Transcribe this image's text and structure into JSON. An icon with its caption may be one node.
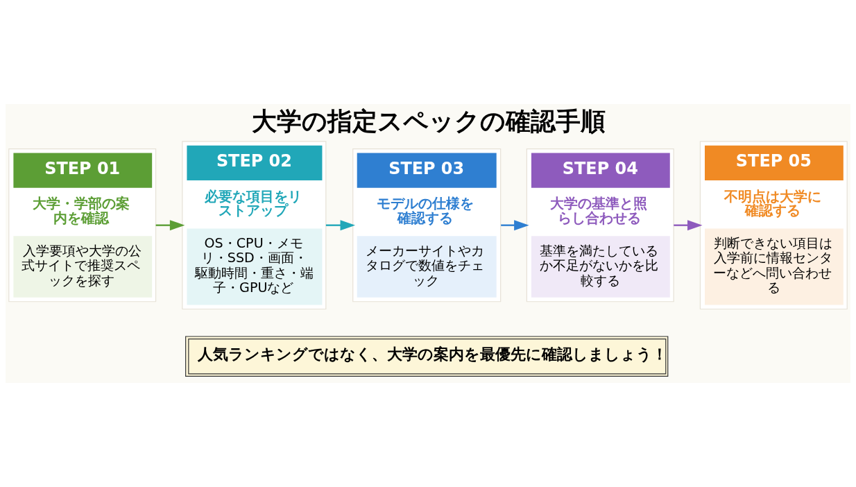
{
  "diagram": {
    "title": "大学の指定スペックの確認手順",
    "nodes": [
      {
        "text": [
          "STEP 01",
          "大学・学部の案内を確認",
          "入学要項や大学の公式サイトで推奨スペックを探す"
        ]
      },
      {
        "text": [
          "STEP 02",
          "必要な項目をリストアップ",
          "OS・CPU・メモリ・SSD・画面・駆動時間・重さ・端子・GPUなど"
        ]
      },
      {
        "text": [
          "STEP 03",
          "モデルの仕様を確認する",
          "メーカーサイトやカタログで数値をチェック"
        ]
      },
      {
        "text": [
          "STEP 04",
          "大学の基準と照らし合わせる",
          "基準を満たしているか不足がないかを比較する"
        ]
      },
      {
        "text": [
          "STEP 05",
          "不明点は大学に確認する",
          "判断できない項目は入学前に情報センターなどへ問い合わせる"
        ]
      }
    ],
    "edges": [
      {
        "from": 0,
        "to": 1,
        "arrow": "to",
        "color": "#5c9e35"
      },
      {
        "from": 1,
        "to": 2,
        "arrow": "to",
        "color": "#21a7b8"
      },
      {
        "from": 2,
        "to": 3,
        "arrow": "to",
        "color": "#2f7fd1"
      },
      {
        "from": 3,
        "to": 4,
        "arrow": "to",
        "color": "#8e5bbd"
      }
    ],
    "labels": [
      "人気ランキングではなく、大学の案内を最優先に確認しましょう！"
    ]
  }
}
